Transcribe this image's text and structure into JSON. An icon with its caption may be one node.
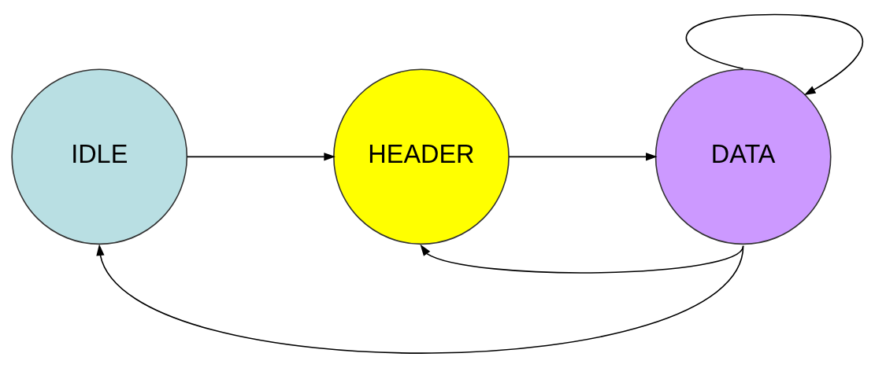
{
  "diagram": {
    "nodes": [
      {
        "text": [
          "IDLE"
        ]
      },
      {
        "text": [
          "HEADER"
        ]
      },
      {
        "text": [
          "DATA"
        ]
      }
    ],
    "edges": [
      {
        "from": 0,
        "to": 1,
        "arrow": "to"
      },
      {
        "from": 1,
        "to": 2,
        "arrow": "to"
      },
      {
        "from": 2,
        "to": 2,
        "arrow": "to"
      },
      {
        "from": 2,
        "to": 1,
        "arrow": "to"
      },
      {
        "from": 2,
        "to": 0,
        "arrow": "to"
      }
    ]
  }
}
